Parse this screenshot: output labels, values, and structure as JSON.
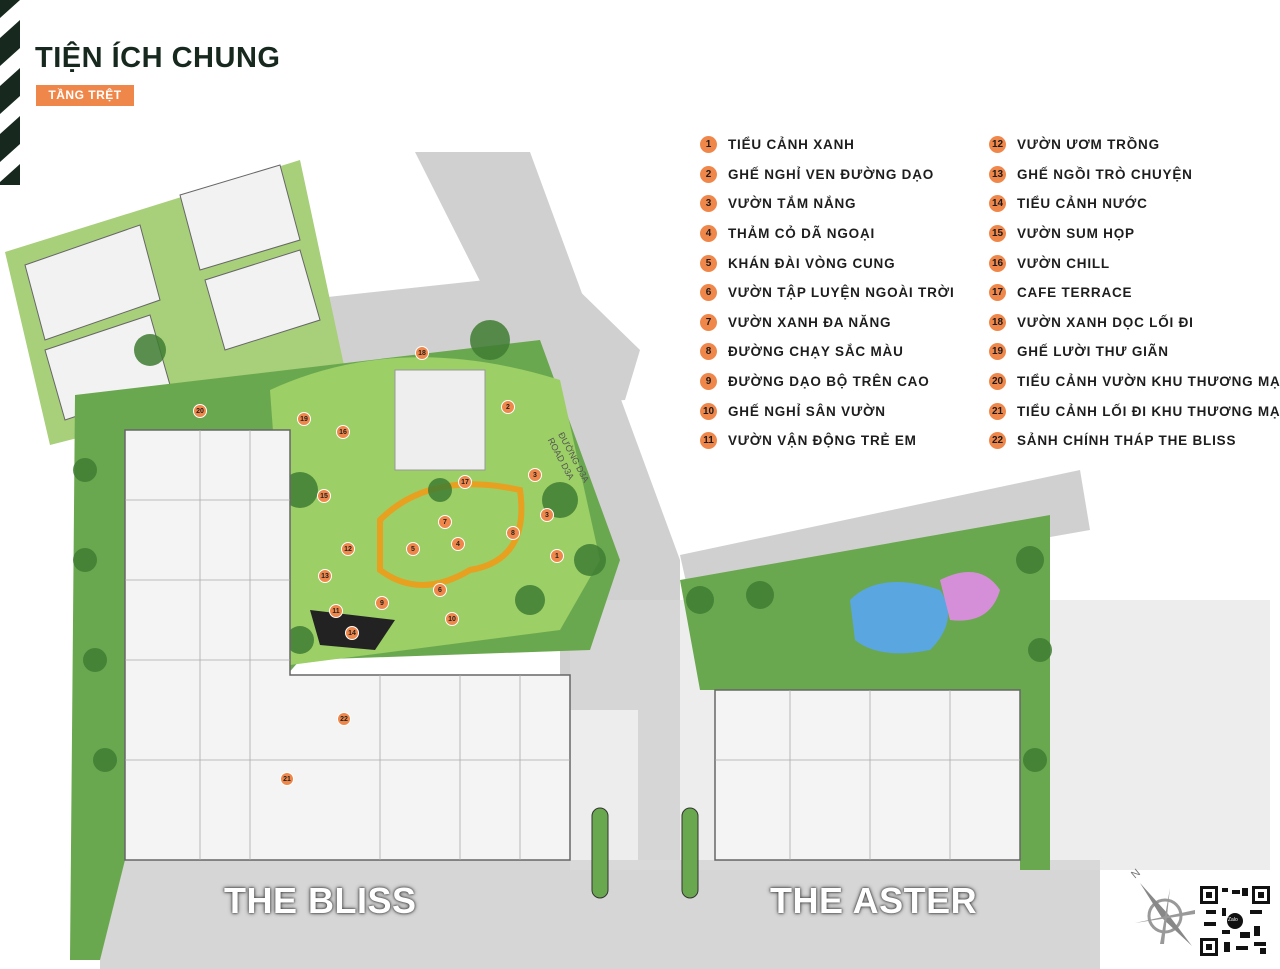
{
  "header": {
    "title": "TIỆN ÍCH CHUNG",
    "badge": "TẦNG TRỆT"
  },
  "colors": {
    "accent": "#f0874a",
    "title": "#17291f",
    "grass": "#8dc05a",
    "building": "#f2f2f2",
    "road": "#cdcdcd"
  },
  "legend": {
    "col1": [
      {
        "n": "1",
        "label": "TIỂU CẢNH XANH"
      },
      {
        "n": "2",
        "label": "GHẾ NGHỈ VEN ĐƯỜNG DẠO"
      },
      {
        "n": "3",
        "label": "VƯỜN TẮM NẮNG"
      },
      {
        "n": "4",
        "label": "THẢM CỎ DÃ NGOẠI"
      },
      {
        "n": "5",
        "label": "KHÁN ĐÀI VÒNG CUNG"
      },
      {
        "n": "6",
        "label": "VƯỜN TẬP LUYỆN NGOÀI TRỜI"
      },
      {
        "n": "7",
        "label": "VƯỜN XANH ĐA NĂNG"
      },
      {
        "n": "8",
        "label": "ĐƯỜNG CHẠY SẮC MÀU"
      },
      {
        "n": "9",
        "label": "ĐƯỜNG DẠO BỘ TRÊN CAO"
      },
      {
        "n": "10",
        "label": "GHẾ NGHỈ SÂN VƯỜN"
      },
      {
        "n": "11",
        "label": "VƯỜN VẬN ĐỘNG TRẺ EM"
      }
    ],
    "col2": [
      {
        "n": "12",
        "label": "VƯỜN ƯƠM TRỒNG"
      },
      {
        "n": "13",
        "label": "GHẾ NGỒI TRÒ CHUYỆN"
      },
      {
        "n": "14",
        "label": "TIỂU CẢNH NƯỚC"
      },
      {
        "n": "15",
        "label": "VƯỜN SUM HỌP"
      },
      {
        "n": "16",
        "label": "VƯỜN CHILL"
      },
      {
        "n": "17",
        "label": "CAFE TERRACE"
      },
      {
        "n": "18",
        "label": "VƯỜN XANH DỌC LỐI ĐI"
      },
      {
        "n": "19",
        "label": "GHẾ LƯỜI THƯ GIÃN"
      },
      {
        "n": "20",
        "label": "TIỂU CẢNH VƯỜN KHU THƯƠNG MẠI"
      },
      {
        "n": "21",
        "label": "TIỂU CẢNH LỐI ĐI KHU THƯƠNG MẠI"
      },
      {
        "n": "22",
        "label": "SẢNH CHÍNH THÁP THE BLISS"
      }
    ]
  },
  "map": {
    "road_label_vi": "ĐƯỜNG D3A",
    "road_label_en": "ROAD D3A",
    "building_1": "THE BLISS",
    "building_2": "THE ASTER",
    "compass_label": "N",
    "qr_label": "Zalo",
    "markers": [
      "1",
      "2",
      "3",
      "3",
      "4",
      "5",
      "6",
      "7",
      "8",
      "9",
      "10",
      "11",
      "12",
      "13",
      "14",
      "15",
      "16",
      "17",
      "18",
      "19",
      "20",
      "21",
      "22"
    ]
  }
}
